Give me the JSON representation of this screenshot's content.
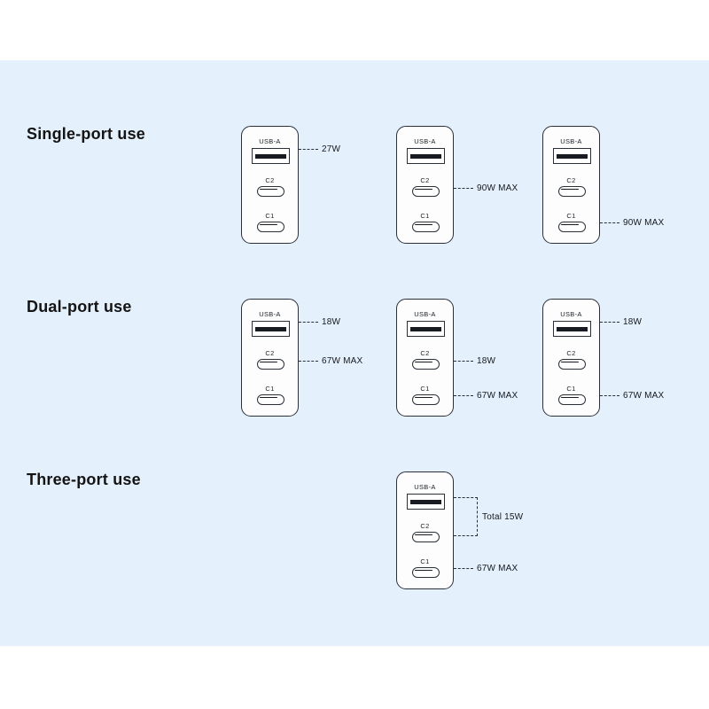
{
  "page": {
    "background_color": "#ffffff",
    "panel_color": "#e4f0fc",
    "ink_color": "#2b3038"
  },
  "sections": [
    {
      "id": "single-port",
      "title": "Single-port use",
      "chargers": [
        {
          "ports": {
            "usba": "USB-A",
            "c2": "C2",
            "c1": "C1"
          },
          "callouts": [
            {
              "target": "usba",
              "text": "27W"
            }
          ]
        },
        {
          "ports": {
            "usba": "USB-A",
            "c2": "C2",
            "c1": "C1"
          },
          "callouts": [
            {
              "target": "c2",
              "text": "90W MAX"
            }
          ]
        },
        {
          "ports": {
            "usba": "USB-A",
            "c2": "C2",
            "c1": "C1"
          },
          "callouts": [
            {
              "target": "c1",
              "text": "90W MAX"
            }
          ]
        }
      ]
    },
    {
      "id": "dual-port",
      "title": "Dual-port use",
      "chargers": [
        {
          "ports": {
            "usba": "USB-A",
            "c2": "C2",
            "c1": "C1"
          },
          "callouts": [
            {
              "target": "usba",
              "text": "18W"
            },
            {
              "target": "c2",
              "text": "67W MAX"
            }
          ]
        },
        {
          "ports": {
            "usba": "USB-A",
            "c2": "C2",
            "c1": "C1"
          },
          "callouts": [
            {
              "target": "c2",
              "text": "18W"
            },
            {
              "target": "c1",
              "text": "67W MAX"
            }
          ]
        },
        {
          "ports": {
            "usba": "USB-A",
            "c2": "C2",
            "c1": "C1"
          },
          "callouts": [
            {
              "target": "usba",
              "text": "18W"
            },
            {
              "target": "c1",
              "text": "67W MAX"
            }
          ]
        }
      ]
    },
    {
      "id": "three-port",
      "title": "Three-port use",
      "chargers": [
        {
          "ports": {
            "usba": "USB-A",
            "c2": "C2",
            "c1": "C1"
          },
          "bracket": {
            "text": "Total 15W",
            "spans": [
              "usba",
              "c2"
            ]
          },
          "callouts": [
            {
              "target": "c1",
              "text": "67W MAX"
            }
          ]
        }
      ]
    }
  ]
}
